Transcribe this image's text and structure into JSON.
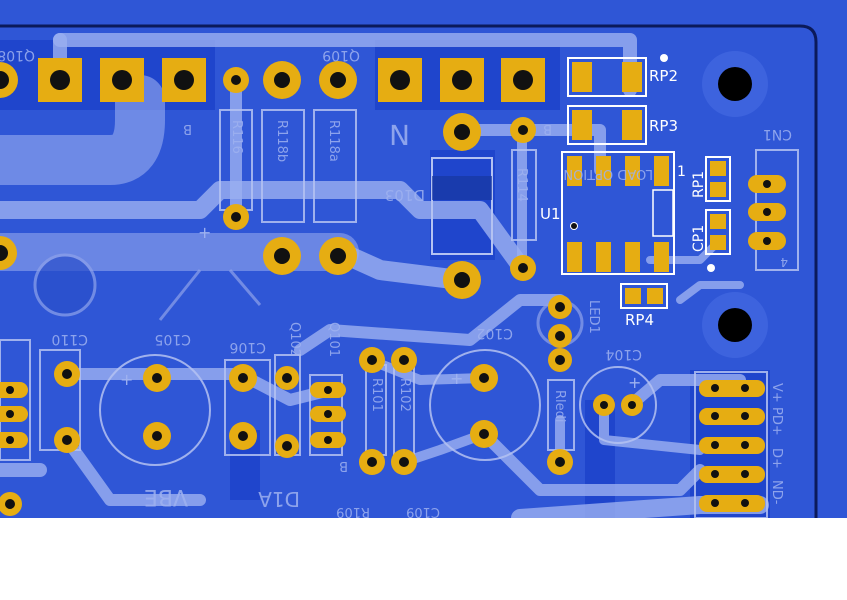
{
  "board": {
    "colors": {
      "board": "#2f56d6",
      "copper_top": "#1f45cc",
      "trace": "#9aaef0",
      "pad": "#e6ad12",
      "silk": "#ffffff",
      "silk_bottom": "#a6b6f0",
      "outline": "#0b1a5a",
      "below_board": "#ffffff"
    },
    "top_labels": {
      "rp2": "RP2",
      "rp3": "RP3",
      "rp1": "RP1",
      "rp4": "RP4",
      "cp1": "CP1",
      "u1": "U1",
      "pin1": "1"
    },
    "bottom_labels": {
      "q109": "Q109",
      "c104": "C104",
      "c102": "C102",
      "c105": "C105",
      "c106": "C106",
      "c110": "C110",
      "cn1": "CN1",
      "d103": "D103",
      "r114": "R114",
      "r116": "R116",
      "r118b": "R118b",
      "r118a": "R118a",
      "rledi": "Rledi",
      "r101": "R101",
      "r102": "R102",
      "q101": "Q101",
      "q102": "Q102",
      "vbe": "VBE",
      "d1a": "D1A",
      "r109": "R109",
      "c109": "C109",
      "led1": "LED1",
      "cn_v_plus": "V+",
      "cn_pd_plus": "PD+",
      "cn_d_plus": "D+",
      "cn_nd_minus": "ND-",
      "cn_4": "4",
      "b1": "B",
      "b2": "B",
      "b3": "B",
      "n": "N",
      "load_option": "LOAD OPTION",
      "q108": "Q108"
    }
  }
}
